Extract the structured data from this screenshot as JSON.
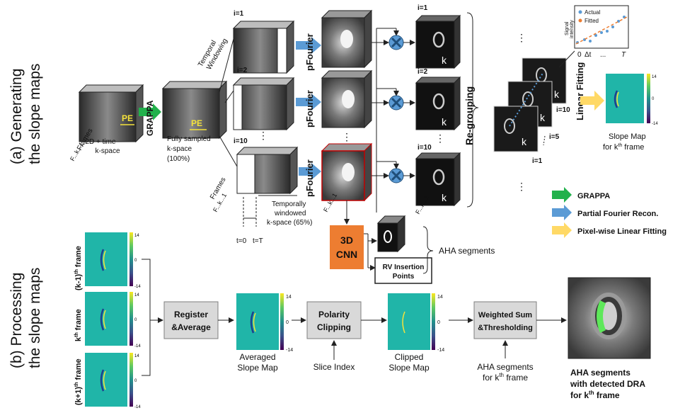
{
  "section_a": {
    "title_line1": "(a) Generating",
    "title_line2": "the slope maps"
  },
  "section_b": {
    "title_line1": "(b) Processing",
    "title_line2": "the slope maps"
  },
  "kspace": {
    "input_label_1": "2D + time",
    "input_label_2": "k-space",
    "frames_label": "Frames",
    "frames_range": "F...k...1",
    "pe": "PE",
    "grappa": "GRAPPA",
    "full_label_1": "Fully sampled",
    "full_label_2": "k-space",
    "full_label_3": "(100%)",
    "temporal_windowing_1": "Temporal",
    "temporal_windowing_2": "Windowing",
    "i1": "i=1",
    "i2": "i=2",
    "i10": "i=10",
    "vdots": "⋮",
    "frames_label2": "Frames",
    "frames_range2": "F...k...1",
    "t0": "t=0",
    "tT": "t=T",
    "windowed_1": "Temporally",
    "windowed_2": "windowed",
    "windowed_3": "k-space (65%)"
  },
  "pfourier": {
    "label": "pFourier",
    "frames": "F...k...1"
  },
  "kframes": {
    "k": "k",
    "i1": "i=1",
    "i2": "i=2",
    "i10": "i=10",
    "frames": "F...k...1"
  },
  "regrouping": {
    "label": "Re-grouping",
    "dots": "⋮",
    "k": "k",
    "i10": "i=10",
    "i5": "i=5",
    "i1": "i=1"
  },
  "inset": {
    "ylabel_1": "Signal",
    "ylabel_2": "intensity",
    "legend_actual": "Actual",
    "legend_fitted": "Fitted",
    "x0": "0",
    "xdt": "Δt",
    "xdots": "...",
    "xT": "T"
  },
  "linear_fitting": {
    "label": "Linear Fitting",
    "slope_map_1": "Slope Map",
    "slope_map_2": "for k",
    "slope_map_sup": "th",
    "slope_map_3": " frame",
    "cb_top": "14",
    "cb_mid": "0",
    "cb_bot": "-14"
  },
  "legend": {
    "grappa": "GRAPPA",
    "pfourier": "Partial Fourier Recon.",
    "linear": "Pixel-wise Linear Fitting",
    "grappa_color": "#22b14c",
    "pfourier_color": "#5b9bd5",
    "linear_color": "#ffd966"
  },
  "cnn": {
    "label_1": "3D",
    "label_2": "CNN",
    "rv_1": "RV Insertion",
    "rv_2": "Points",
    "aha": "AHA segments",
    "color": "#ed7d31"
  },
  "processing": {
    "frame_km1": "(k-1)",
    "frame_k": "k",
    "frame_kp1": "(k+1)",
    "sup_th": "th",
    "frame_word": " frame",
    "cb_top": "14",
    "cb_mid": "0",
    "cb_bot": "-14",
    "register_1": "Register",
    "register_2": "&Average",
    "averaged_1": "Averaged",
    "averaged_2": "Slope Map",
    "polarity_1": "Polarity",
    "polarity_2": "Clipping",
    "slice_index": "Slice Index",
    "clipped_1": "Clipped",
    "clipped_2": "Slope Map",
    "weighted_1": "Weighted Sum",
    "weighted_2": "&Thresholding",
    "aha_k_1": "AHA segments",
    "aha_k_2": "for k",
    "aha_k_3": " frame",
    "result_1": "AHA segments",
    "result_2": "with detected DRA",
    "result_3": "for k",
    "result_4": " frame"
  }
}
